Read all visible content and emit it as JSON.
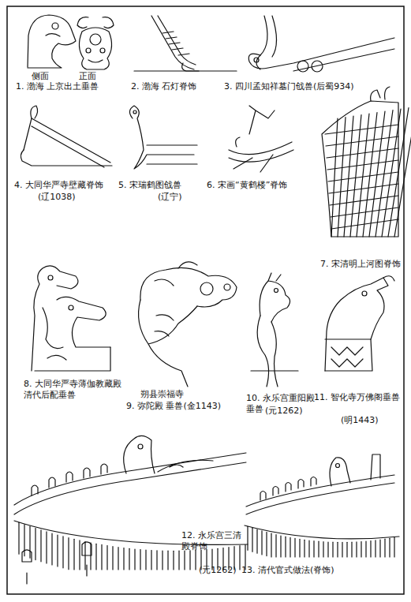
{
  "diagram": {
    "labels": [
      "侧面",
      "正面",
      "1. 渤海 上京出土垂兽",
      "2. 渤海 石灯脊饰",
      "3. 四川孟知祥墓门戗兽(后蜀934)",
      "4. 大同华严寺壁藏脊饰",
      "(辽1038)",
      "5. 宋瑞鹤图戗兽",
      "(辽宁)",
      "6. 宋画“黄鹤楼”脊饰",
      "7. 宋清明上河图脊饰",
      "8. 大同华严寺薄伽教藏殿清代后配垂兽",
      "朔县崇福寺",
      "9. 弥陀殿 垂兽(金1143)",
      "10. 永乐宫重阳殿垂兽",
      "(元1262)",
      "11. 智化寺万佛阁垂兽",
      "(明1443)",
      "12. 永乐宫三清殿脊饰",
      "(元1262)",
      "13. 清代官式做法(脊饰)"
    ]
  }
}
